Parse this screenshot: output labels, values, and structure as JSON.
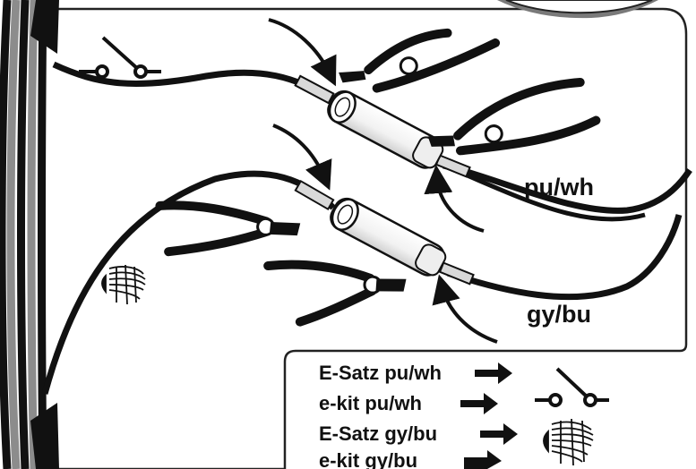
{
  "wire_labels": {
    "purple_white": "pu/wh",
    "grey_blue": "gy/bu"
  },
  "legend": {
    "rows": [
      {
        "text": "E-Satz pu/wh",
        "icon": "switch-icon"
      },
      {
        "text": "e-kit pu/wh",
        "icon": "switch-icon"
      },
      {
        "text": "E-Satz gy/bu",
        "icon": "lamp-icon"
      },
      {
        "text": "e-kit gy/bu",
        "icon": "lamp-icon"
      }
    ]
  },
  "colors": {
    "wire": "#111111",
    "harness_grey": "#8c8c8c",
    "panel_border": "#222222",
    "background": "#ffffff"
  }
}
